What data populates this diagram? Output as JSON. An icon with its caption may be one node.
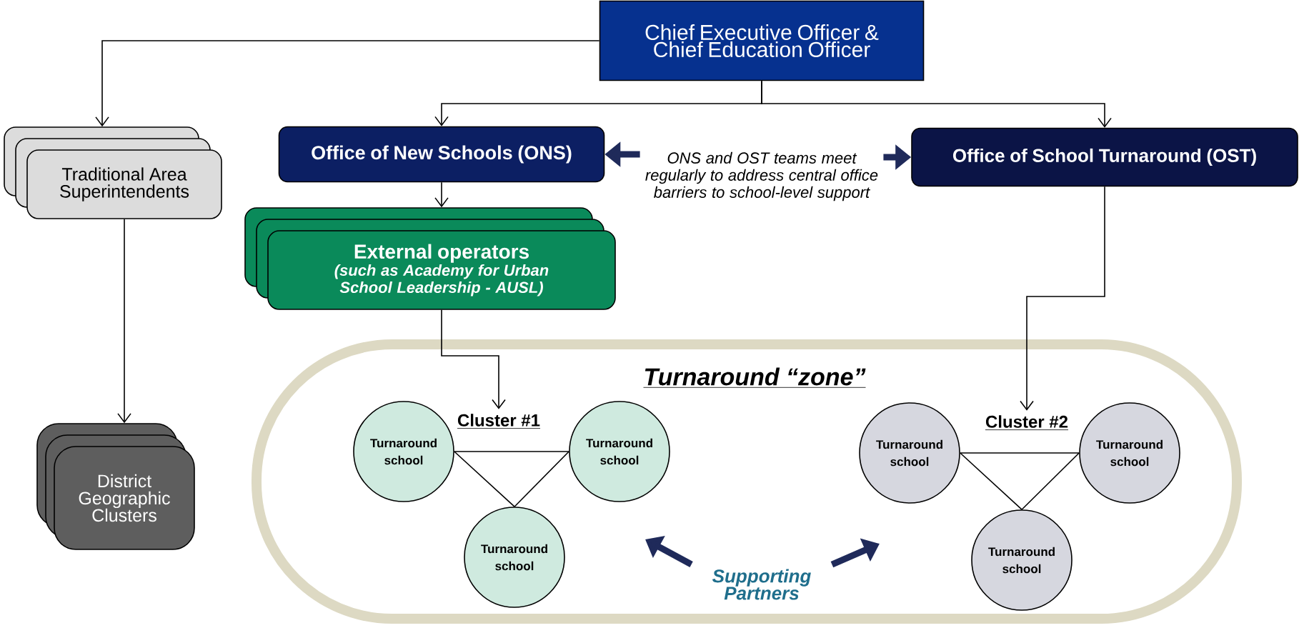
{
  "diagram": {
    "nodes": [
      {
        "text": [
          "Chief Executive Officer & Chief Education Officer"
        ]
      },
      {
        "text": [
          "Traditional Area Superintendents"
        ]
      },
      {
        "text": [
          "Office of New Schools (ONS)"
        ]
      },
      {
        "text": [
          "ONS and OST teams meet regularly to address central office barriers to school-level support"
        ]
      },
      {
        "text": [
          "Office of School Turnaround (OST)"
        ]
      },
      {
        "text": [
          "External operators",
          "(such as Academy for Urban School Leadership - AUSL)"
        ]
      },
      {
        "text": [
          "District Geographic Clusters"
        ]
      },
      {
        "text": [
          "Turnaround “zone”"
        ]
      },
      {
        "text": [
          "Cluster #1"
        ],
        "in": 7
      },
      {
        "text": [
          "Turnaround school"
        ],
        "in": 7
      },
      {
        "text": [
          "Turnaround school"
        ],
        "in": 7
      },
      {
        "text": [
          "Turnaround school"
        ],
        "in": 7
      },
      {
        "text": [
          "Cluster #2"
        ],
        "in": 7
      },
      {
        "text": [
          "Turnaround school"
        ],
        "in": 7
      },
      {
        "text": [
          "Turnaround school"
        ],
        "in": 7
      },
      {
        "text": [
          "Turnaround school"
        ],
        "in": 7
      },
      {
        "text": [
          "Supporting Partners"
        ],
        "in": 7
      }
    ],
    "edges": [
      {
        "from": 0,
        "to": 1,
        "arrow": "to"
      },
      {
        "from": 0,
        "to": 2,
        "arrow": "to"
      },
      {
        "from": 0,
        "to": 4,
        "arrow": "to"
      },
      {
        "from": 2,
        "to": 5,
        "arrow": "to"
      },
      {
        "from": 1,
        "to": 6,
        "arrow": "to"
      },
      {
        "from": 5,
        "to": 8,
        "arrow": "to"
      },
      {
        "from": 4,
        "to": 12,
        "arrow": "to"
      },
      {
        "from": 3,
        "to": 2,
        "arrow": "to",
        "style": "thick"
      },
      {
        "from": 3,
        "to": 4,
        "arrow": "to",
        "style": "thick"
      },
      {
        "from": 9,
        "to": 10,
        "arrow": "none"
      },
      {
        "from": 9,
        "to": 11,
        "arrow": "none"
      },
      {
        "from": 10,
        "to": 11,
        "arrow": "none"
      },
      {
        "from": 13,
        "to": 14,
        "arrow": "none"
      },
      {
        "from": 13,
        "to": 15,
        "arrow": "none"
      },
      {
        "from": 14,
        "to": 15,
        "arrow": "none"
      },
      {
        "from": 16,
        "to": null,
        "arrow": "to",
        "style": "thick"
      },
      {
        "from": 16,
        "to": null,
        "arrow": "to",
        "style": "thick"
      }
    ]
  }
}
